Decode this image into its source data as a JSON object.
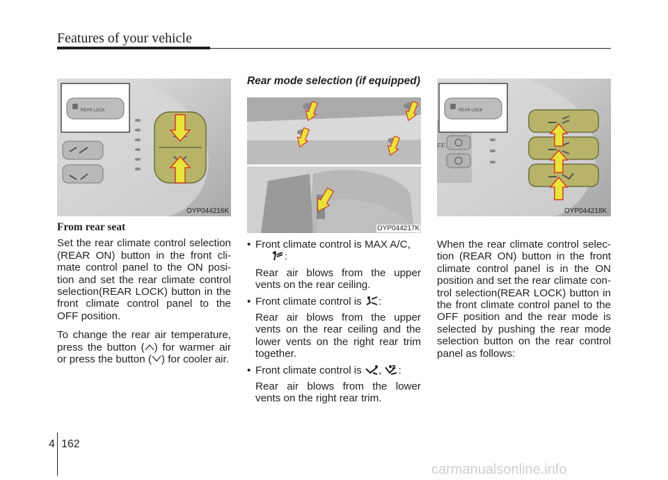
{
  "header": {
    "title": "Features of your vehicle"
  },
  "left": {
    "figure_caption": "OYP044216K",
    "inset_label": "REAR LOCK",
    "subheading": "From rear seat",
    "para1": "Set the rear climate control selection (REAR ON) button in the front cli-mate control panel to the ON posi-tion and set the rear climate control selection(REAR LOCK) button in the front climate control panel to the OFF position.",
    "para2_a": "To change the rear air temperature, press the button (",
    "para2_b": ") for warmer air or press the button (",
    "para2_c": ") for cooler air."
  },
  "middle": {
    "heading": "Rear mode selection (if equipped)",
    "figure_caption": "OYP044217K",
    "bullet1_a": "Front climate control is MAX A/C,",
    "bullet1_b": ":",
    "bullet1_desc": "Rear air blows from the upper vents on the rear ceiling.",
    "bullet2_a": "Front climate control is",
    "bullet2_b": ":",
    "bullet2_desc": "Rear air blows from the upper vents on the rear ceiling and the lower vents on the right rear trim together.",
    "bullet3_a": "Front climate control is",
    "bullet3_sep": ",",
    "bullet3_b": ":",
    "bullet3_desc": "Rear air blows from the lower vents on the right rear trim."
  },
  "right": {
    "figure_caption": "OYP044218K",
    "inset_label": "REAR LOCK",
    "inset_off": "FF",
    "para": "When the rear climate control selec-tion (REAR ON) button in the front climate control panel is in the ON position and set the rear climate con-trol selection(REAR LOCK) button in the front climate control panel to the OFF position and the rear mode is selected by pushing the rear mode selection button on the rear control panel as follows:"
  },
  "footer": {
    "chapter": "4",
    "page": "162",
    "watermark": "carmanualsonline.info"
  },
  "colors": {
    "button_olive": "#b7b46a",
    "arrow_yellow": "#e8e43a",
    "panel_grey": "#cfcfcf"
  },
  "icons": [
    "chevron-up-icon",
    "chevron-down-icon",
    "vent-face-icon",
    "vent-bilevel-icon",
    "vent-floor-icon",
    "vent-floor-defrost-icon",
    "arrow-up-icon"
  ]
}
